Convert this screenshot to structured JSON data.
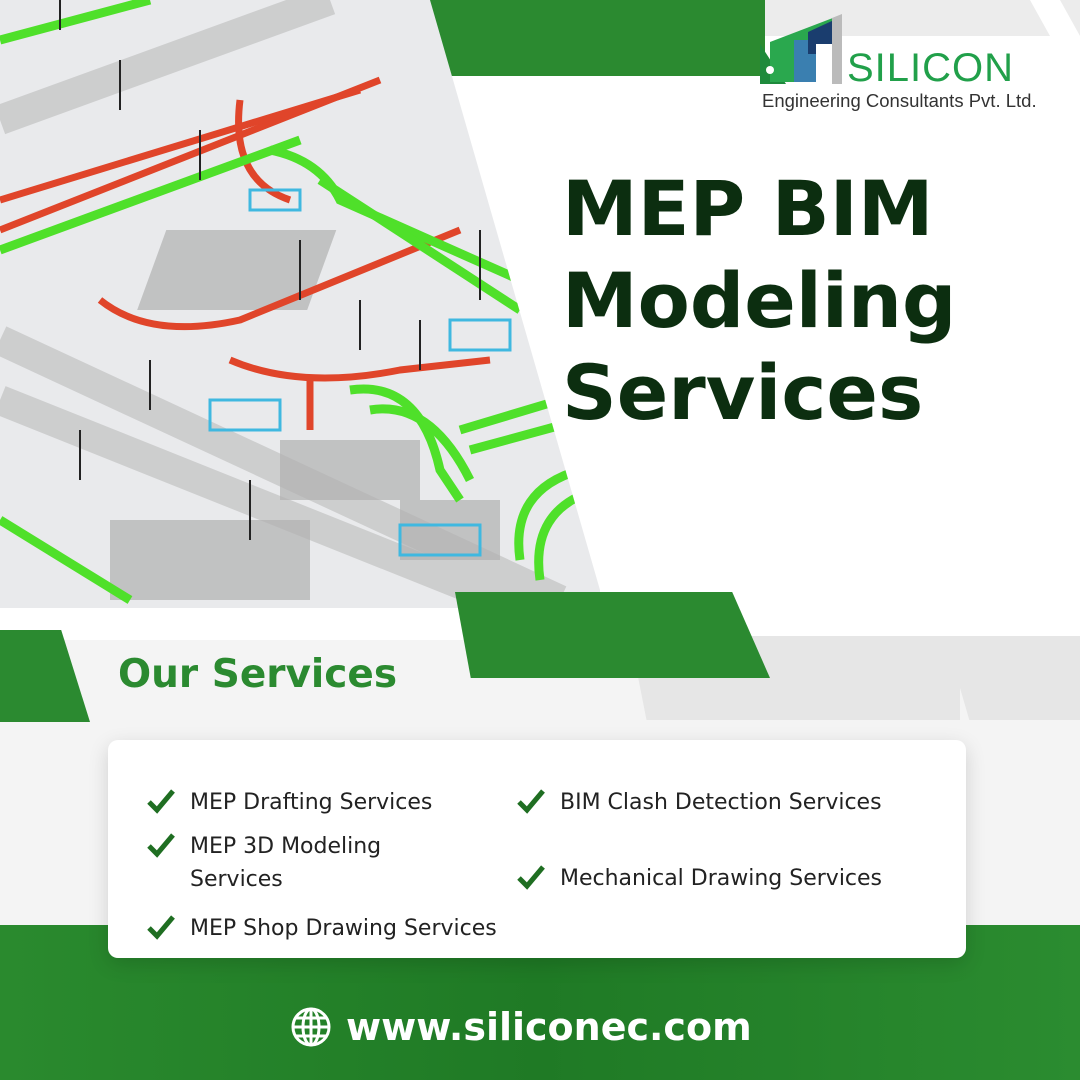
{
  "brand": {
    "name": "SILICON",
    "subtitle": "Engineering Consultants Pvt. Ltd.",
    "accent": "#2b8a30",
    "dark": "#0c2e10"
  },
  "headline": {
    "line1": "MEP BIM",
    "line2": "Modeling",
    "line3": "Services"
  },
  "services": {
    "heading": "Our Services",
    "items": [
      "MEP Drafting Services",
      "BIM Clash Detection Services",
      "MEP 3D Modeling Services",
      "Mechanical Drawing Services",
      "MEP Shop Drawing Services"
    ]
  },
  "footer": {
    "website": "www.siliconec.com",
    "icon": "globe-icon"
  }
}
